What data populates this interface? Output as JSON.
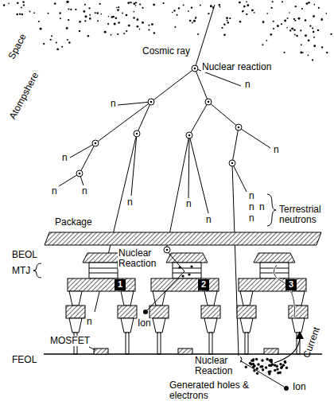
{
  "diagram": {
    "nodes": [
      {
        "text": [
          "1"
        ]
      },
      {
        "text": [
          "2"
        ]
      },
      {
        "text": [
          "3"
        ]
      }
    ],
    "labels": [
      "Space",
      "Atompshere",
      "Cosmic ray",
      "Nuclear reaction",
      "n",
      "n",
      "n",
      "n",
      "n",
      "n",
      "n",
      "n",
      "n",
      "n",
      "n",
      "n",
      "n",
      "Terrestrial neutrons",
      "Package",
      "BEOL",
      "Nuclear Reaction",
      "MTJ",
      "Ion",
      "n",
      "FEOL",
      "MOSFET",
      "Nuclear Reaction",
      "Current",
      "Generated holes & electrons",
      "Ion"
    ]
  }
}
